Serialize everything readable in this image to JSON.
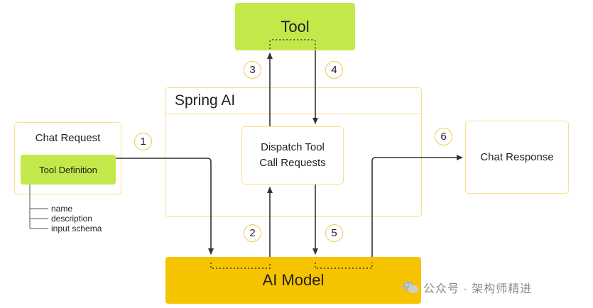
{
  "tool": {
    "label": "Tool"
  },
  "spring_ai": {
    "title": "Spring AI"
  },
  "dispatch": {
    "line1": "Dispatch Tool",
    "line2": "Call Requests"
  },
  "chat_request": {
    "title": "Chat Request",
    "tool_definition": "Tool Definition",
    "properties": [
      "name",
      "description",
      "input schema"
    ]
  },
  "chat_response": {
    "label": "Chat Response"
  },
  "ai_model": {
    "label": "AI Model"
  },
  "steps": [
    "1",
    "2",
    "3",
    "4",
    "5",
    "6"
  ],
  "watermark": {
    "text": "公众号 · 架构师精进"
  },
  "colors": {
    "tool_green": "#c3e84a",
    "ai_model_yellow": "#f6c300",
    "border_yellow": "#f7e08a",
    "arrow": "#333333"
  }
}
